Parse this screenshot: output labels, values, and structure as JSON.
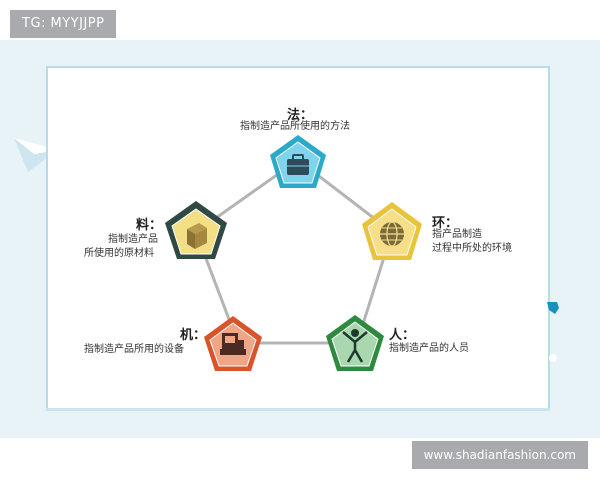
{
  "badge": {
    "label": "TG: MYYJJPP"
  },
  "watermark": {
    "label": "www.shadianfashion.com"
  },
  "nodes": {
    "fa": {
      "title": "法：",
      "desc": [
        "指制造产品所使用的方法"
      ],
      "color": "#2aa9c9",
      "icon": "briefcase-icon"
    },
    "huan": {
      "title": "环：",
      "desc": [
        "指产品制造",
        "过程中所处的环境"
      ],
      "color": "#e9c43a",
      "icon": "globe-icon"
    },
    "ren": {
      "title": "人：",
      "desc": [
        "指制造产品的人员"
      ],
      "color": "#2e8a3e",
      "icon": "person-icon"
    },
    "ji": {
      "title": "机：",
      "desc": [
        "指制造产品所用的设备"
      ],
      "color": "#d9542b",
      "icon": "machine-icon"
    },
    "liao": {
      "title": "料：",
      "desc": [
        "指制造产品",
        "所使用的原材料"
      ],
      "color": "#2f4a44",
      "icon": "box-icon"
    }
  }
}
